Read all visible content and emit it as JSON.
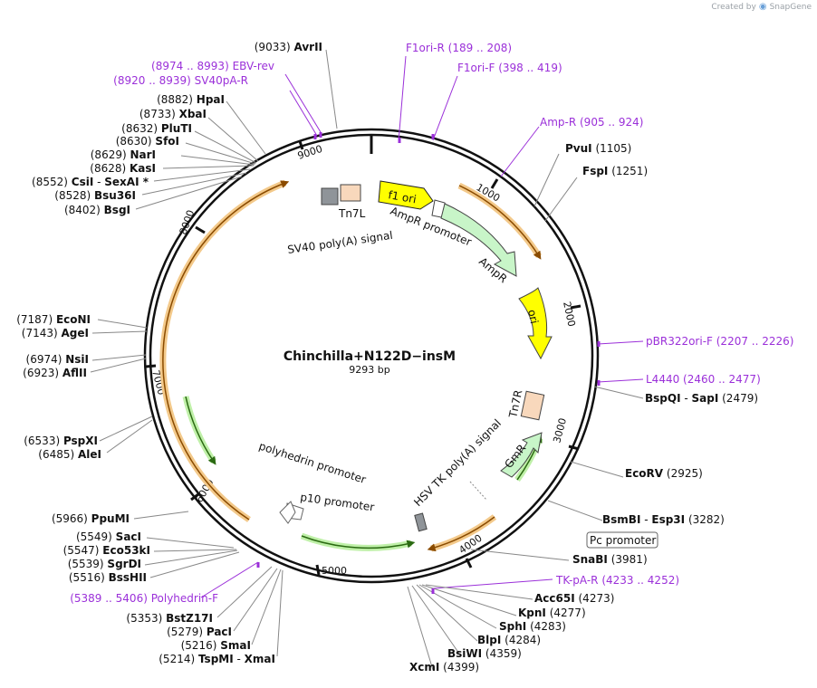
{
  "watermark": {
    "created_by": "Created by",
    "brand": "SnapGene"
  },
  "plasmid": {
    "name": "Chinchilla+N122D−insM",
    "size": "9293 bp"
  },
  "ticks": [
    "1000",
    "2000",
    "3000",
    "4000",
    "5000",
    "6000",
    "7000",
    "8000",
    "9000"
  ],
  "enzymes_right": [
    {
      "name": "PvuI",
      "pos": "(1105)"
    },
    {
      "name": "FspI",
      "pos": "(1251)"
    },
    {
      "name": "BspQI",
      "sep": "-",
      "name2": "SapI",
      "pos": "(2479)"
    },
    {
      "name": "EcoRV",
      "pos": "(2925)"
    },
    {
      "name": "BsmBI",
      "sep": "-",
      "name2": "Esp3I",
      "pos": "(3282)"
    },
    {
      "name": "SnaBI",
      "pos": "(3981)"
    },
    {
      "name": "Acc65I",
      "pos": "(4273)"
    },
    {
      "name": "KpnI",
      "pos": "(4277)"
    },
    {
      "name": "SphI",
      "pos": "(4283)"
    },
    {
      "name": "BlpI",
      "pos": "(4284)"
    },
    {
      "name": "BsiWI",
      "pos": "(4359)"
    },
    {
      "name": "XcmI",
      "pos": "(4399)"
    }
  ],
  "enzymes_left": [
    {
      "name": "AvrII",
      "pos": "(9033)"
    },
    {
      "name": "HpaI",
      "pos": "(8882)"
    },
    {
      "name": "XbaI",
      "pos": "(8733)"
    },
    {
      "name": "PluTI",
      "pos": "(8632)"
    },
    {
      "name": "SfoI",
      "pos": "(8630)"
    },
    {
      "name": "NarI",
      "pos": "(8629)"
    },
    {
      "name": "KasI",
      "pos": "(8628)"
    },
    {
      "name": "CsiI",
      "sep": "-",
      "name2": "SexAI *",
      "pos": "(8552)"
    },
    {
      "name": "Bsu36I",
      "pos": "(8528)"
    },
    {
      "name": "BsgI",
      "pos": "(8402)"
    },
    {
      "name": "EcoNI",
      "pos": "(7187)"
    },
    {
      "name": "AgeI",
      "pos": "(7143)"
    },
    {
      "name": "NsiI",
      "pos": "(6974)"
    },
    {
      "name": "AflII",
      "pos": "(6923)"
    },
    {
      "name": "PspXI",
      "pos": "(6533)"
    },
    {
      "name": "AleI",
      "pos": "(6485)"
    },
    {
      "name": "PpuMI",
      "pos": "(5966)"
    },
    {
      "name": "SacI",
      "pos": "(5549)"
    },
    {
      "name": "Eco53kI",
      "pos": "(5547)"
    },
    {
      "name": "SgrDI",
      "pos": "(5539)"
    },
    {
      "name": "BssHII",
      "pos": "(5516)"
    },
    {
      "name": "BstZ17I",
      "pos": "(5353)"
    },
    {
      "name": "PacI",
      "pos": "(5279)"
    },
    {
      "name": "SmaI",
      "pos": "(5216)"
    },
    {
      "name": "TspMI",
      "sep": "-",
      "name2": "XmaI",
      "pos": "(5214)"
    }
  ],
  "primers": [
    {
      "name": "F1ori-R",
      "pos": "(189 .. 208)"
    },
    {
      "name": "F1ori-F",
      "pos": "(398 .. 419)"
    },
    {
      "name": "Amp-R",
      "pos": "(905 .. 924)"
    },
    {
      "name": "pBR322ori-F",
      "pos": "(2207 .. 2226)"
    },
    {
      "name": "L4440",
      "pos": "(2460 .. 2477)"
    },
    {
      "name": "TK-pA-R",
      "pos": "(4233 .. 4252)"
    },
    {
      "name": "Polyhedrin-F",
      "pos": "(5389 .. 5406)"
    },
    {
      "name": "SV40pA-R",
      "pos": "(8920 .. 8939)"
    },
    {
      "name": "EBV-rev",
      "pos": "(8974 .. 8993)"
    }
  ],
  "features": {
    "f1_ori": "f1 ori",
    "ampr_promoter": "AmpR promoter",
    "ampr": "AmpR",
    "ori": "ori",
    "tn7r": "Tn7R",
    "gmr": "GmR",
    "hsv_tk": "HSV TK poly(A) signal",
    "pc_promoter": "Pc promoter",
    "polyhedrin_promoter": "polyhedrin promoter",
    "p10_promoter": "p10 promoter",
    "tn7l": "Tn7L",
    "sv40": "SV40 poly(A) signal"
  },
  "colors": {
    "backbone": "#111111",
    "primer": "#9b30d9",
    "f1_ori": "#ffff00",
    "ampr": "#c8f5c8",
    "ori": "#ffff00",
    "tn7": "#f8d8bc",
    "gmr": "#c8f5c8",
    "orf_orange": "#f0a33a",
    "orf_green": "#5bb035",
    "terminator": "#8f9499"
  }
}
